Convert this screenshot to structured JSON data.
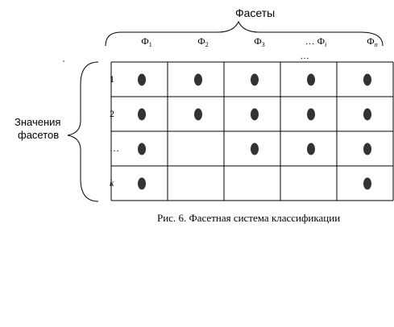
{
  "header": {
    "title": "Фасеты"
  },
  "side": {
    "label_line1": "Значения",
    "label_line2": "фасетов"
  },
  "facets": [
    {
      "letter": "Ф",
      "sub": "1"
    },
    {
      "letter": "Ф",
      "sub": "2"
    },
    {
      "letter": "Ф",
      "sub": "3"
    },
    {
      "letter": "… Ф",
      "sub": "i"
    },
    {
      "letter": "Ф",
      "sub": "n"
    }
  ],
  "between_facets_ellipsis": "…",
  "rows": [
    {
      "label": "1",
      "marks": [
        true,
        true,
        true,
        true,
        true
      ]
    },
    {
      "label": "2",
      "marks": [
        true,
        true,
        true,
        true,
        true
      ]
    },
    {
      "label": "…",
      "marks": [
        true,
        false,
        true,
        true,
        true
      ]
    },
    {
      "label": "k",
      "marks": [
        true,
        false,
        false,
        false,
        true
      ]
    }
  ],
  "caption": "Рис. 6. Фасетная система классификации",
  "colors": {
    "mark": "#333333",
    "line": "#000000"
  }
}
